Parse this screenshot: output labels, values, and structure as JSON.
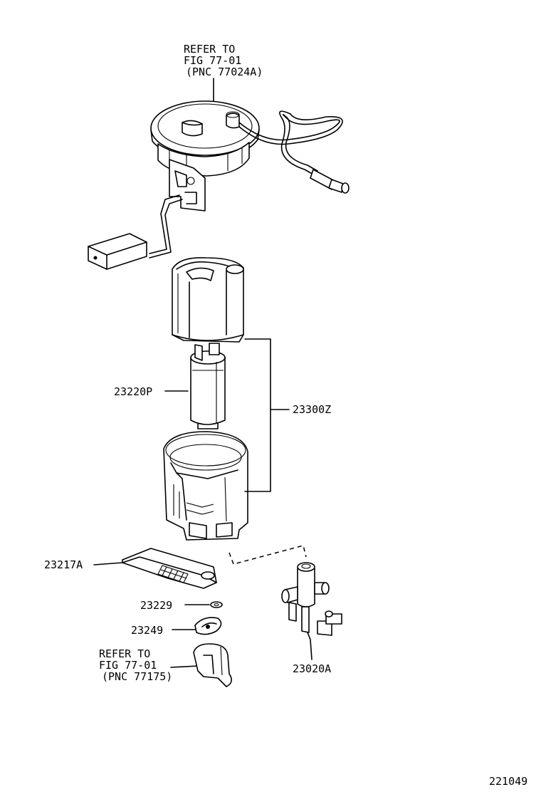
{
  "diagram": {
    "figure_number": "221049",
    "refer_top": {
      "line1": "REFER TO",
      "line2": "FIG 77-01",
      "line3": "(PNC 77024A)"
    },
    "refer_bottom": {
      "line1": "REFER TO",
      "line2": "FIG 77-01",
      "line3": "(PNC 77175)"
    },
    "parts": {
      "pump": "23220P",
      "assembly": "23300Z",
      "filter": "23217A",
      "washer": "23229",
      "retainer": "23249",
      "regulator": "23020A"
    }
  }
}
